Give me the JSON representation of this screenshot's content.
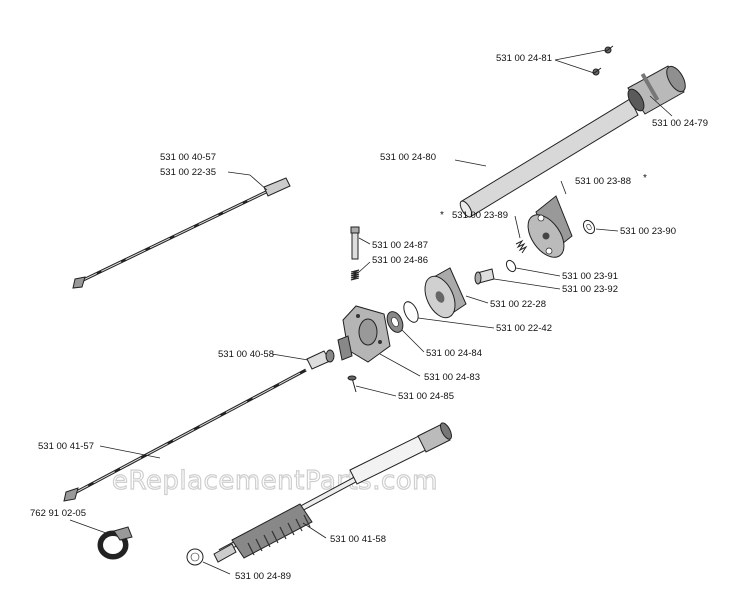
{
  "watermark": "eReplacementParts.com",
  "labels": {
    "p_24_81": "531 00 24-81",
    "p_24_79": "531 00 24-79",
    "p_24_80": "531 00 24-80",
    "p_23_88": "531 00 23-88",
    "p_23_89": "531 00 23-89",
    "p_23_90": "531 00 23-90",
    "p_23_91": "531 00 23-91",
    "p_23_92": "531 00 23-92",
    "p_22_28": "531 00 22-28",
    "p_22_42": "531 00 22-42",
    "p_24_87": "531 00 24-87",
    "p_24_86": "531 00 24-86",
    "p_40_57": "531 00 40-57",
    "p_22_35": "531 00 22-35",
    "p_40_58": "531 00 40-58",
    "p_24_84": "531 00 24-84",
    "p_24_83": "531 00 24-83",
    "p_24_85": "531 00 24-85",
    "p_41_57": "531 00 41-57",
    "p_91_02_05": "762 91 02-05",
    "p_41_58": "531 00 41-58",
    "p_24_89": "531 00 24-89"
  },
  "asterisks": {
    "a1": "*",
    "a2": "*"
  }
}
